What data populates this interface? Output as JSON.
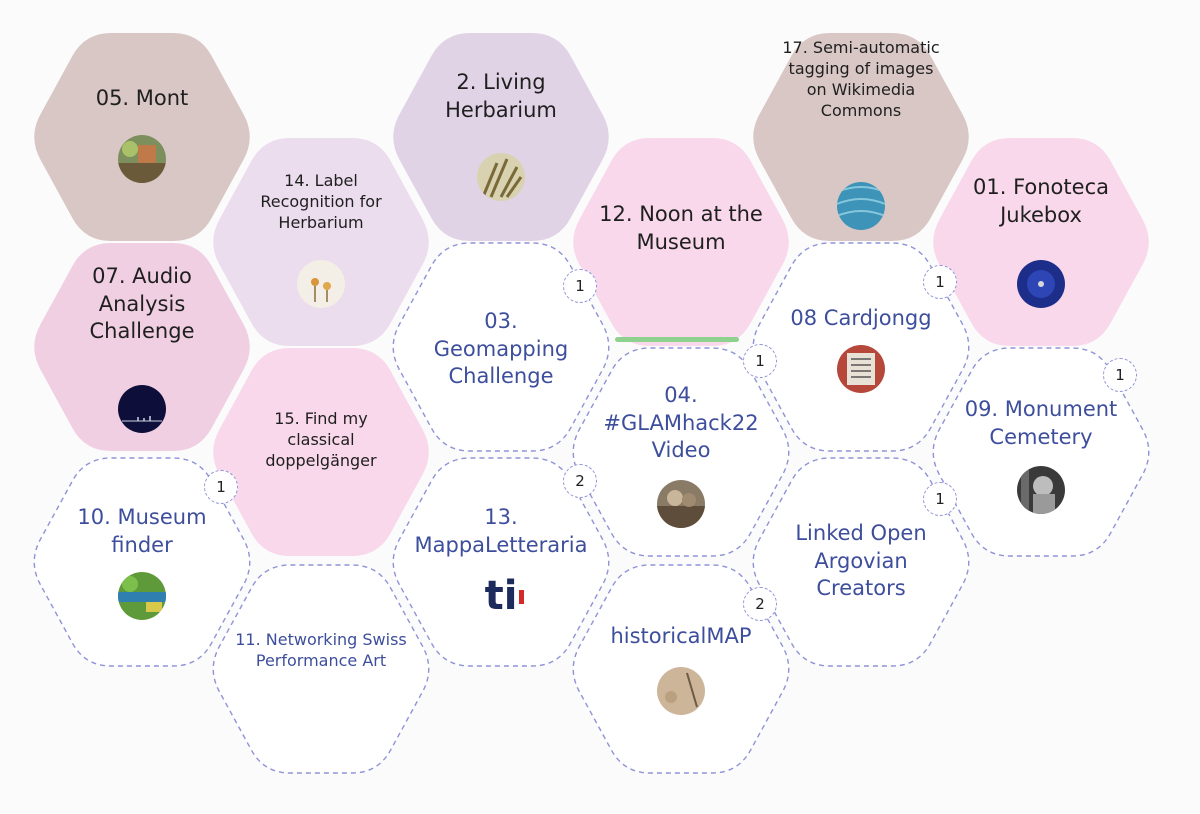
{
  "colors": {
    "brown": "#d8c7c4",
    "lavender": "#e1d3e6",
    "lightlavender": "#ebdcee",
    "pink": "#f8d8ea",
    "pinkdeep": "#f0cfe3",
    "outline_stroke": "#8f93d6",
    "link_text": "#3d4e9c",
    "progress": "#8fd28f"
  },
  "projects": [
    {
      "id": "p05",
      "title": "05. Mont",
      "style": "brown",
      "icon": "mont-thumbnail"
    },
    {
      "id": "p02",
      "title": "2. Living Herbarium",
      "style": "lavender",
      "icon": "herbarium-grass-thumbnail"
    },
    {
      "id": "p17",
      "title": "17. Semi-automatic tagging of images on Wikimedia Commons",
      "style": "brown",
      "icon": "blue-fabric-thumbnail"
    },
    {
      "id": "p14",
      "title": "14. Label Recognition for Herbarium",
      "style": "lightlavender",
      "icon": "pressed-flowers-thumbnail"
    },
    {
      "id": "p12",
      "title": "12. Noon at the Museum",
      "style": "pink",
      "progress": 1.0
    },
    {
      "id": "p01",
      "title": "01. Fonoteca Jukebox",
      "style": "pink",
      "icon": "vinyl-record-thumbnail"
    },
    {
      "id": "p07",
      "title": "07. Audio Analysis Challenge",
      "style": "pinkdeep",
      "icon": "audio-waveform-thumbnail"
    },
    {
      "id": "p03",
      "title": "03. Geomapping Challenge",
      "style": "outline",
      "badge": "1"
    },
    {
      "id": "p08",
      "title": "08 Cardjongg",
      "style": "outline",
      "badge": "1",
      "icon": "mahjong-card-thumbnail"
    },
    {
      "id": "p15",
      "title": "15. Find my classical doppelgänger",
      "style": "pink"
    },
    {
      "id": "p04",
      "title": "04. #GLAMhack22 Video",
      "style": "outline",
      "badge": "1",
      "icon": "video-thumbnail"
    },
    {
      "id": "p09",
      "title": "09. Monument Cemetery",
      "style": "outline",
      "badge": "1",
      "icon": "monument-statue-thumbnail"
    },
    {
      "id": "p10",
      "title": "10. Museum finder",
      "style": "outline",
      "badge": "1",
      "icon": "garden-thumbnail"
    },
    {
      "id": "p13",
      "title": "13. MappaLetteraria",
      "style": "outline",
      "badge": "2",
      "icon": "ti-logo"
    },
    {
      "id": "plo",
      "title": "Linked Open Argovian Creators",
      "style": "outline",
      "badge": "1"
    },
    {
      "id": "p11",
      "title": "11. Networking Swiss Performance Art",
      "style": "outline"
    },
    {
      "id": "phm",
      "title": "historicalMAP",
      "style": "outline",
      "badge": "2",
      "icon": "map-thumbnail"
    }
  ],
  "logo_text": "ti"
}
